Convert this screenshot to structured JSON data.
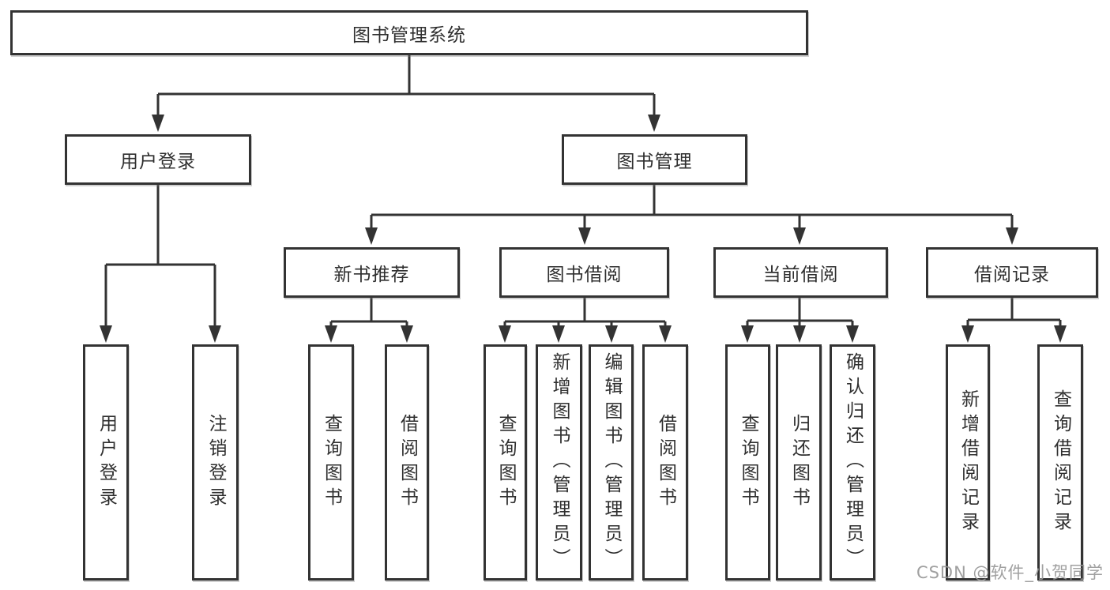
{
  "diagram": {
    "root": {
      "label": "图书管理系统"
    },
    "branches": [
      {
        "label": "用户登录",
        "children": [
          {
            "label": "用户登录"
          },
          {
            "label": "注销登录"
          }
        ]
      },
      {
        "label": "图书管理",
        "children": [
          {
            "label": "新书推荐",
            "children": [
              {
                "label": "查询图书"
              },
              {
                "label": "借阅图书"
              }
            ]
          },
          {
            "label": "图书借阅",
            "children": [
              {
                "label": "查询图书"
              },
              {
                "label": "新增图书（管理员）"
              },
              {
                "label": "编辑图书（管理员）"
              },
              {
                "label": "借阅图书"
              }
            ]
          },
          {
            "label": "当前借阅",
            "children": [
              {
                "label": "查询图书"
              },
              {
                "label": "归还图书"
              },
              {
                "label": "确认归还（管理员）"
              }
            ]
          },
          {
            "label": "借阅记录",
            "children": [
              {
                "label": "新增借阅记录"
              },
              {
                "label": "查询借阅记录"
              }
            ]
          }
        ]
      }
    ]
  },
  "watermark": {
    "text": "CSDN @软件_小贺同学"
  },
  "colors": {
    "line": "#333333",
    "box_border": "#333333",
    "text": "#2f2f2f",
    "watermark": "#989898",
    "background": "#ffffff"
  }
}
